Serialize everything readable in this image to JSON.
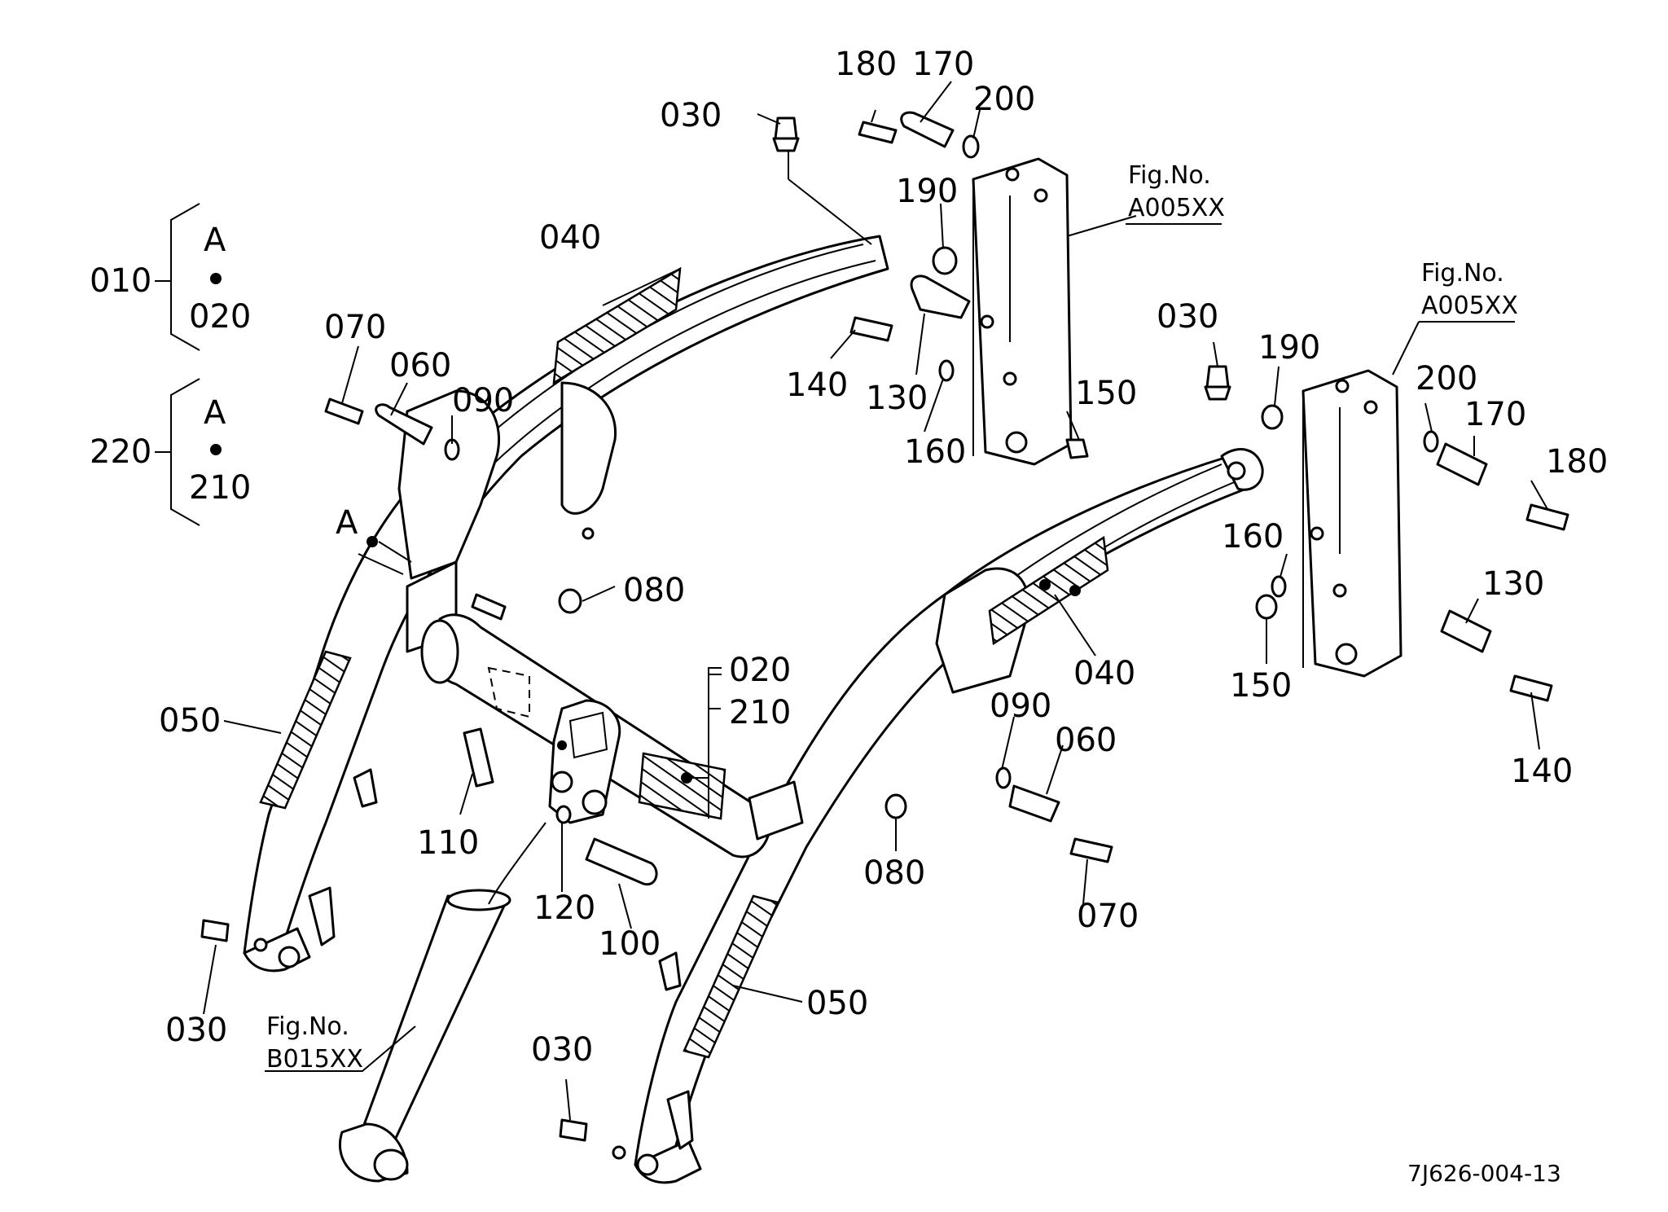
{
  "diagram_code": "7J626-004-13",
  "figure_refs": [
    {
      "title": "Fig.No.",
      "number": "A005XX"
    },
    {
      "title": "Fig.No.",
      "number": "A005XX"
    },
    {
      "title": "Fig.No.",
      "number": "B015XX"
    }
  ],
  "groups": [
    {
      "assembly": "010",
      "letter": "A",
      "part": "020"
    },
    {
      "assembly": "220",
      "letter": "A",
      "part": "210"
    }
  ],
  "point_marker": "A",
  "callouts": {
    "c180a": "180",
    "c170a": "170",
    "c200a": "200",
    "c030a": "030",
    "c190a": "190",
    "c040a": "040",
    "c070a": "070",
    "c060a": "060",
    "c090a": "090",
    "c140a": "140",
    "c130a": "130",
    "c160a": "160",
    "c150a": "150",
    "c080a": "080",
    "c030b": "030",
    "c190b": "190",
    "c200b": "200",
    "c170b": "170",
    "c180b": "180",
    "c160b": "160",
    "c130b": "130",
    "c150b": "150",
    "c140b": "140",
    "c040b": "040",
    "c020": "020",
    "c210": "210",
    "c050a": "050",
    "c110": "110",
    "c120": "120",
    "c100": "100",
    "c090b": "090",
    "c060b": "060",
    "c080b": "080",
    "c070b": "070",
    "c050b": "050",
    "c030c": "030",
    "c030d": "030"
  }
}
